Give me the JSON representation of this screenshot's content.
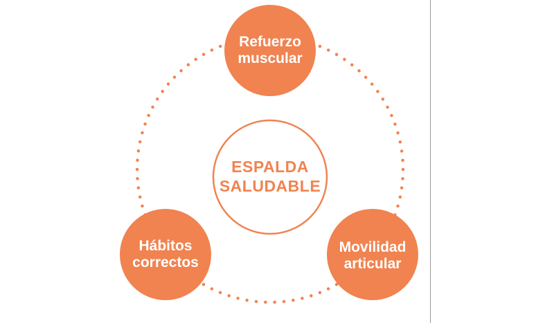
{
  "colors": {
    "accent": "#F08350",
    "background": "#FFFFFF",
    "divider": "#999999"
  },
  "center": {
    "line1": "ESPALDA",
    "line2": "SALUDABLE"
  },
  "nodes": [
    {
      "line1": "Refuerzo",
      "line2": "muscular"
    },
    {
      "line1": "Movilidad",
      "line2": "articular"
    },
    {
      "line1": "Hábitos",
      "line2": "correctos"
    }
  ]
}
